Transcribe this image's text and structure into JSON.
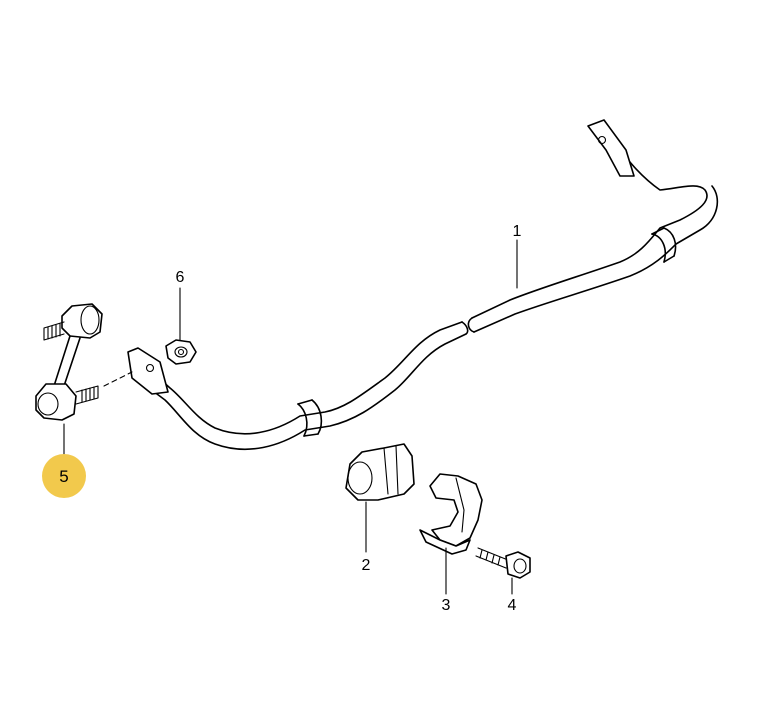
{
  "diagram": {
    "highlight_color": "#f2c94c",
    "parts": [
      {
        "id": "1",
        "label": "1"
      },
      {
        "id": "2",
        "label": "2"
      },
      {
        "id": "3",
        "label": "3"
      },
      {
        "id": "4",
        "label": "4"
      },
      {
        "id": "5",
        "label": "5",
        "highlighted": true
      },
      {
        "id": "6",
        "label": "6"
      }
    ]
  }
}
